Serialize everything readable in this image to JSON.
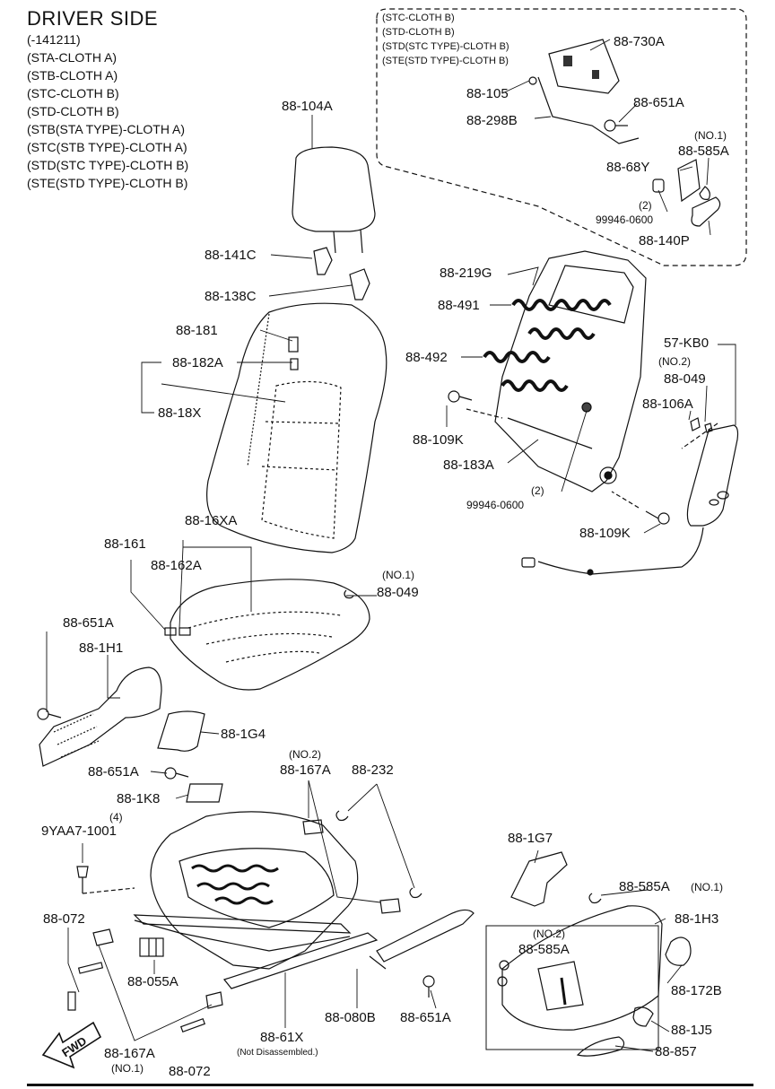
{
  "header": {
    "title": "DRIVER SIDE",
    "lines": [
      "(-141211)",
      "(STA-CLOTH A)",
      "(STB-CLOTH A)",
      "(STC-CLOTH B)",
      "(STD-CLOTH B)",
      "(STB(STA TYPE)-CLOTH A)",
      "(STC(STB TYPE)-CLOTH A)",
      "(STD(STC TYPE)-CLOTH B)",
      "(STE(STD TYPE)-CLOTH B)"
    ]
  },
  "inset": {
    "lines": [
      "(STC-CLOTH B)",
      "(STD-CLOTH B)",
      "(STD(STC TYPE)-CLOTH B)",
      "(STE(STD TYPE)-CLOTH B)"
    ]
  },
  "callouts": {
    "p88_730A": "88-730A",
    "p88_105": "88-105",
    "p88_651A_top": "88-651A",
    "p88_298B": "88-298B",
    "no1_top": "(NO.1)",
    "p88_585A_top": "88-585A",
    "p88_68Y": "88-68Y",
    "qty2_a": "(2)",
    "p99946_0600_a": "99946-0600",
    "p88_140P": "88-140P",
    "p88_104A": "88-104A",
    "p88_141C": "88-141C",
    "p88_138C": "88-138C",
    "p88_181": "88-181",
    "p88_182A": "88-182A",
    "p88_18X": "88-18X",
    "p88_219G": "88-219G",
    "p88_491": "88-491",
    "p88_492": "88-492",
    "p88_109K_a": "88-109K",
    "p88_183A": "88-183A",
    "qty2_b": "(2)",
    "p99946_0600_b": "99946-0600",
    "p88_109K_b": "88-109K",
    "p57_KB0": "57-KB0",
    "no2_a": "(NO.2)",
    "p88_049_a": "88-049",
    "p88_106A": "88-106A",
    "p88_16XA": "88-16XA",
    "p88_161": "88-161",
    "p88_162A": "88-162A",
    "no1_b": "(NO.1)",
    "p88_049_b": "88-049",
    "p88_651A_left": "88-651A",
    "p88_1H1": "88-1H1",
    "p88_1G4": "88-1G4",
    "p88_651A_mid": "88-651A",
    "p88_1K8": "88-1K8",
    "qty4": "(4)",
    "p9YAA7_1001": "9YAA7-1001",
    "no2_b": "(NO.2)",
    "p88_167A_top": "88-167A",
    "p88_232": "88-232",
    "p88_072_a": "88-072",
    "p88_055A": "88-055A",
    "p88_167A_bot": "88-167A",
    "no1_c": "(NO.1)",
    "p88_072_b": "88-072",
    "p88_61X": "88-61X",
    "not_disassembled": "(Not Disassembled.)",
    "p88_080B": "88-080B",
    "p88_651A_bot": "88-651A",
    "p88_1G7": "88-1G7",
    "p88_585A_right": "88-585A",
    "no1_d": "(NO.1)",
    "p88_1H3": "88-1H3",
    "no2_c": "(NO.2)",
    "p88_585A_mid": "88-585A",
    "p88_172B": "88-172B",
    "p88_1J5": "88-1J5",
    "p88_857": "88-857"
  },
  "fwd_label": "FWD"
}
